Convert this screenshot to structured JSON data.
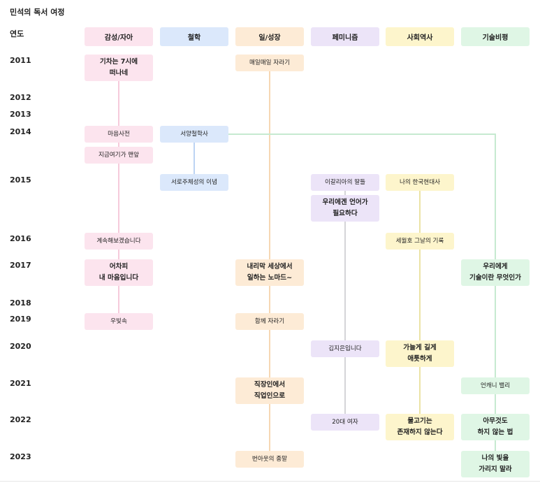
{
  "title": "민석의 독서 여정",
  "year_header": "연도",
  "years": [
    "2011",
    "2012",
    "2013",
    "2014",
    "2015",
    "2016",
    "2017",
    "2018",
    "2019",
    "2020",
    "2021",
    "2022",
    "2023"
  ],
  "categories": [
    {
      "label": "감성/자아",
      "bg": "#fce4ee",
      "line": "#f6cadb"
    },
    {
      "label": "철학",
      "bg": "#dbe8fb",
      "line": "#bcd3f3"
    },
    {
      "label": "일/성장",
      "bg": "#fdebd6",
      "line": "#f6d7b3"
    },
    {
      "label": "페미니즘",
      "bg": "#ece4f8",
      "line": "#d4d4d8"
    },
    {
      "label": "사회역사",
      "bg": "#fdf5cc",
      "line": "#ebe3a5"
    },
    {
      "label": "기술비평",
      "bg": "#dff6e5",
      "line": "#c6ead0"
    }
  ],
  "books": [
    {
      "cat": 0,
      "year": "2011",
      "title": "기차는 7시에\n떠나네"
    },
    {
      "cat": 0,
      "year": "2014",
      "title": "마음사전"
    },
    {
      "cat": 0,
      "year": "2014",
      "title": "지금여기가 맨앞"
    },
    {
      "cat": 0,
      "year": "2016",
      "title": "계속해보겠습니다"
    },
    {
      "cat": 0,
      "year": "2017",
      "title": "어차피\n내 마음입니다"
    },
    {
      "cat": 0,
      "year": "2019",
      "title": "우빛속"
    },
    {
      "cat": 1,
      "year": "2014",
      "title": "서양철학사"
    },
    {
      "cat": 1,
      "year": "2015",
      "title": "서로주체성의 이념"
    },
    {
      "cat": 2,
      "year": "2011",
      "title": "매일매일 자라기"
    },
    {
      "cat": 2,
      "year": "2017",
      "title": "내리막 세상에서\n일하는 노마드~"
    },
    {
      "cat": 2,
      "year": "2019",
      "title": "함께 자라기"
    },
    {
      "cat": 2,
      "year": "2021",
      "title": "직장인에서\n직업인으로"
    },
    {
      "cat": 2,
      "year": "2023",
      "title": "번아웃의 종말"
    },
    {
      "cat": 3,
      "year": "2015",
      "title": "이갈리아의 딸들"
    },
    {
      "cat": 3,
      "year": "2015",
      "title": "우리에겐 언어가\n필요하다"
    },
    {
      "cat": 3,
      "year": "2020",
      "title": "김지은입니다"
    },
    {
      "cat": 3,
      "year": "2022",
      "title": "20대 여자"
    },
    {
      "cat": 4,
      "year": "2015",
      "title": "나의 한국현대사"
    },
    {
      "cat": 4,
      "year": "2016",
      "title": "세월호 그날의 기록"
    },
    {
      "cat": 4,
      "year": "2020",
      "title": "가늘게 길게\n애틋하게"
    },
    {
      "cat": 4,
      "year": "2022",
      "title": "물고기는\n존재하지 않는다"
    },
    {
      "cat": 5,
      "year": "2017",
      "title": "우리에게\n기술이란 무엇인가"
    },
    {
      "cat": 5,
      "year": "2021",
      "title": "언캐니 밸리"
    },
    {
      "cat": 5,
      "year": "2022",
      "title": "아무것도\n하지 않는 법"
    },
    {
      "cat": 5,
      "year": "2023",
      "title": "나의 빛을\n가리지 말라"
    }
  ],
  "links": [
    {
      "from": "서양철학사",
      "to": "우리에게\n기술이란 무엇인가"
    }
  ]
}
